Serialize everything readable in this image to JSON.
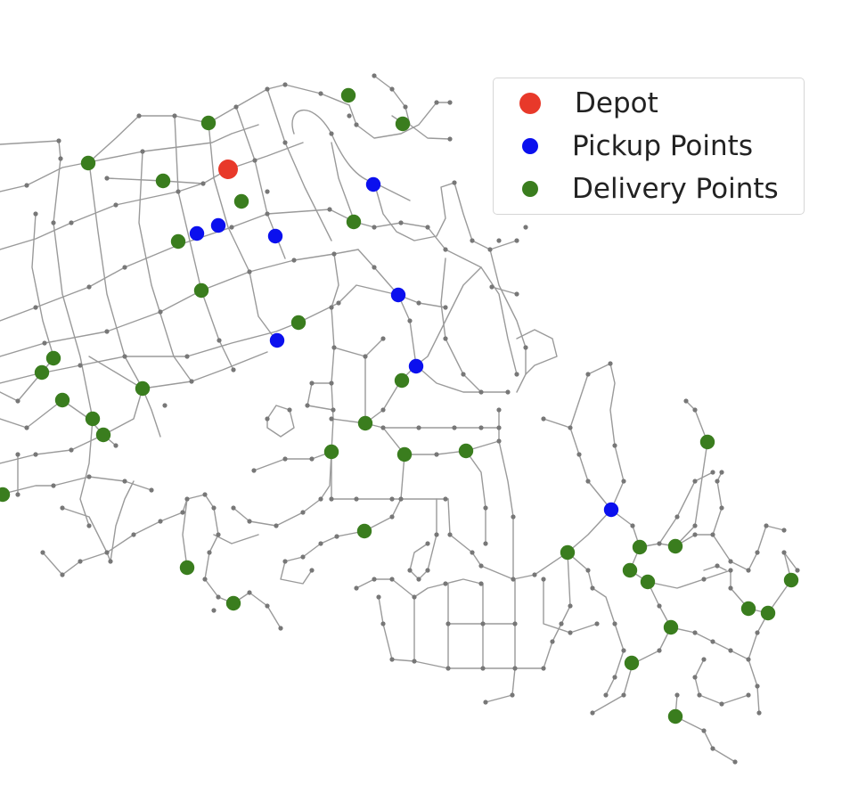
{
  "legend": {
    "entries": [
      {
        "label": "Depot",
        "color": "#e8392a"
      },
      {
        "label": "Pickup Points",
        "color": "#0b10ee"
      },
      {
        "label": "Delivery Points",
        "color": "#3a7d1e"
      }
    ]
  },
  "colors": {
    "road": "#9a9a9a",
    "node": "#777777",
    "background": "#ffffff"
  }
}
